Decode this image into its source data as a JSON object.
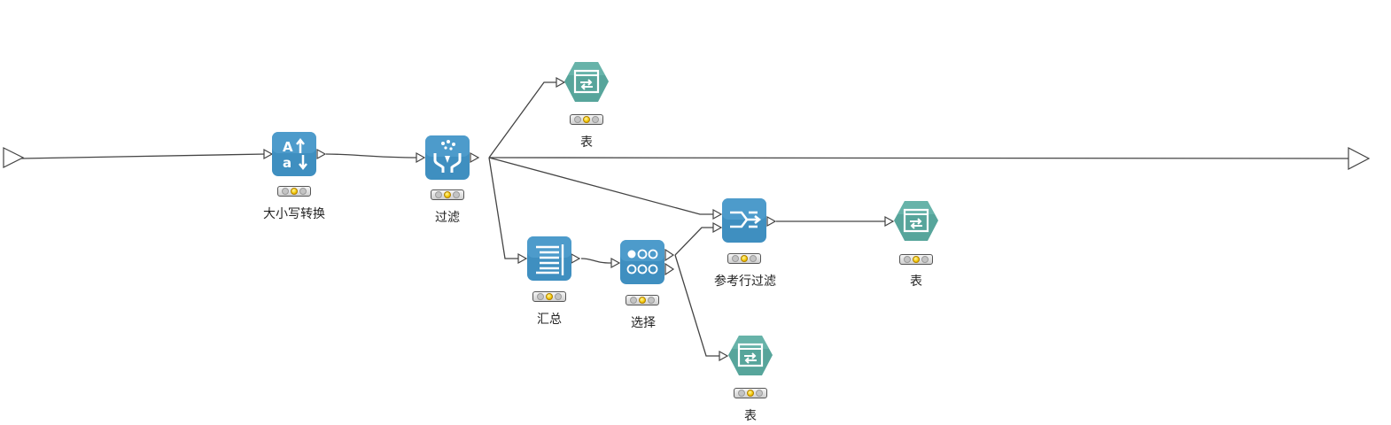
{
  "colors": {
    "node_blue": "#3f8fc0",
    "node_blue_dark": "#2c6f9e",
    "node_teal": "#57a59b",
    "node_teal_dark": "#3e8a80",
    "edge": "#444444",
    "status_on": "#f2c500"
  },
  "nodes": [
    {
      "id": "case-convert",
      "label": "大小写转换",
      "icon": "case-convert-icon",
      "status": "ready"
    },
    {
      "id": "filter",
      "label": "过滤",
      "icon": "filter-icon",
      "status": "ready"
    },
    {
      "id": "table-top",
      "label": "表",
      "icon": "table-output-icon",
      "status": "ready"
    },
    {
      "id": "aggregate",
      "label": "汇总",
      "icon": "aggregate-icon",
      "status": "ready"
    },
    {
      "id": "select",
      "label": "选择",
      "icon": "select-icon",
      "status": "ready"
    },
    {
      "id": "ref-row-filter",
      "label": "参考行过滤",
      "icon": "reference-row-filter-icon",
      "status": "ready"
    },
    {
      "id": "table-right",
      "label": "表",
      "icon": "table-output-icon",
      "status": "ready"
    },
    {
      "id": "table-bottom",
      "label": "表",
      "icon": "table-output-icon",
      "status": "ready"
    }
  ],
  "edges": [
    {
      "from": "workflow-input",
      "to": "case-convert"
    },
    {
      "from": "case-convert",
      "to": "filter"
    },
    {
      "from": "filter",
      "to": "table-top"
    },
    {
      "from": "filter",
      "to": "workflow-output"
    },
    {
      "from": "filter",
      "to": "ref-row-filter"
    },
    {
      "from": "filter",
      "to": "aggregate"
    },
    {
      "from": "aggregate",
      "to": "select"
    },
    {
      "from": "select",
      "to": "ref-row-filter"
    },
    {
      "from": "select",
      "to": "table-bottom"
    },
    {
      "from": "ref-row-filter",
      "to": "table-right"
    }
  ]
}
